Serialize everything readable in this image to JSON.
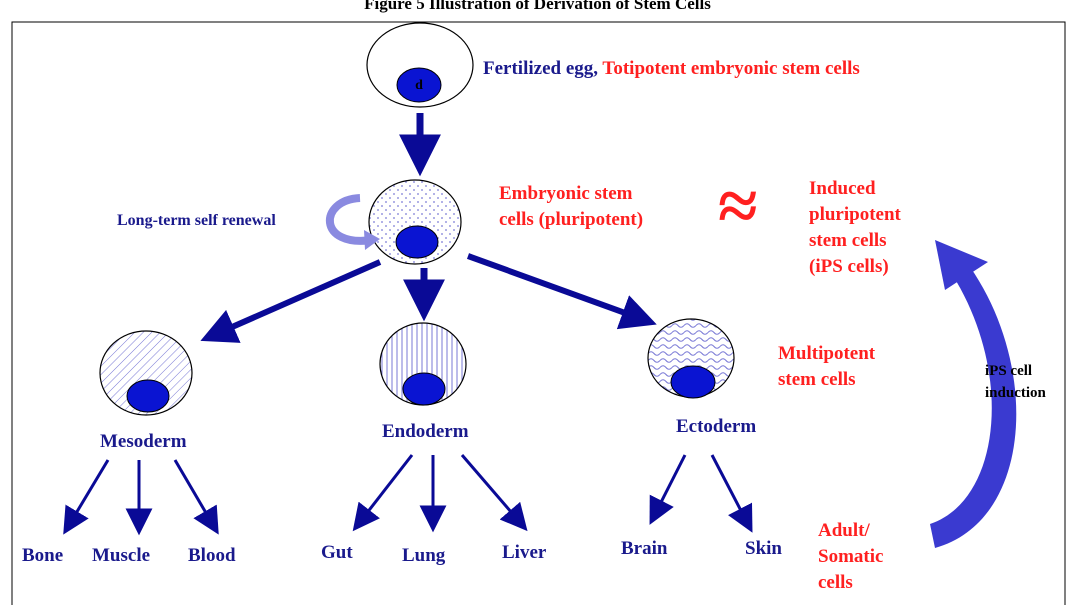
{
  "caption": "Figure 5 Illustration of Derivation of Stem Cells",
  "top_cell": {
    "nucleus_letter": "d",
    "label_part1": "Fertilized egg, ",
    "label_part2": "Totipotent embryonic stem cells"
  },
  "esc": {
    "line1": "Embryonic stem",
    "line2": "cells (pluripotent)",
    "self_renewal": "Long-term self renewal"
  },
  "approx_symbol": "≈",
  "ips": {
    "line1": "Induced",
    "line2": "pluripotent",
    "line3": "stem cells",
    "line4": "(iPS cells)",
    "induction_line1": "iPS cell",
    "induction_line2": "induction"
  },
  "multipotent": {
    "line1": "Multipotent",
    "line2": "stem cells"
  },
  "germ_layers": {
    "mesoderm": "Mesoderm",
    "endoderm": "Endoderm",
    "ectoderm": "Ectoderm"
  },
  "tissues": {
    "bone": "Bone",
    "muscle": "Muscle",
    "blood": "Blood",
    "gut": "Gut",
    "lung": "Lung",
    "liver": "Liver",
    "brain": "Brain",
    "skin": "Skin"
  },
  "adult": {
    "line1": "Adult/",
    "line2": "Somatic",
    "line3": "cells"
  },
  "colors": {
    "navy": "#1a1a8c",
    "arrow": "#0a0a96",
    "red": "#ff2020",
    "nucleus": "#0a14d2",
    "pattern": "#7a7ad6",
    "curved_arrow": "#3a3ad0"
  }
}
